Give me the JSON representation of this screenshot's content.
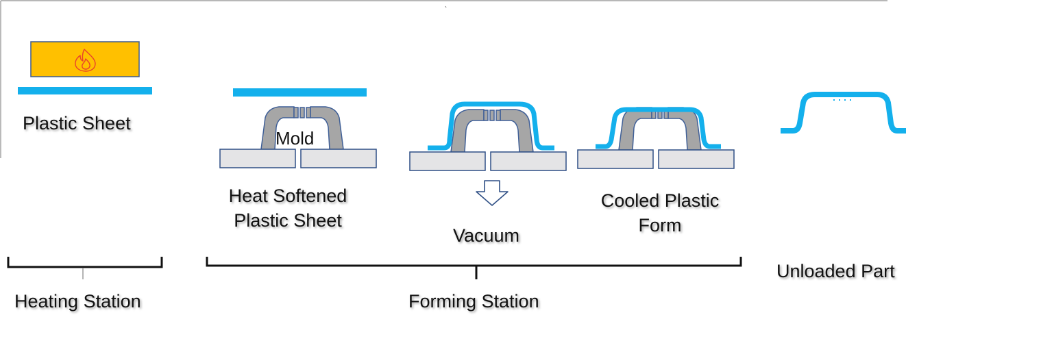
{
  "colors": {
    "sheet": "#14b0ec",
    "heater_fill": "#ffc000",
    "heater_border": "#3e5a8c",
    "flame": "#e8412c",
    "mold_fill": "#a6a6a6",
    "mold_border": "#3f5f97",
    "table_fill": "#e4e4e6",
    "table_border": "#2f4f85",
    "bracket": "#111111",
    "frame_line": "#8c8c8c"
  },
  "icons": {
    "heater": "flame-icon",
    "vacuum": "down-arrow-icon"
  },
  "stages": {
    "heating": {
      "sheet_label": "Plastic Sheet",
      "station_label": "Heating Station"
    },
    "forming": {
      "softened_label_line1": "Heat Softened",
      "softened_label_line2": "Plastic Sheet",
      "mold_label": "Mold",
      "vacuum_label": "Vacuum",
      "cooled_label_line1": "Cooled Plastic",
      "cooled_label_line2": "Form",
      "station_label": "Forming Station"
    },
    "unload": {
      "part_label": "Unloaded Part"
    }
  }
}
